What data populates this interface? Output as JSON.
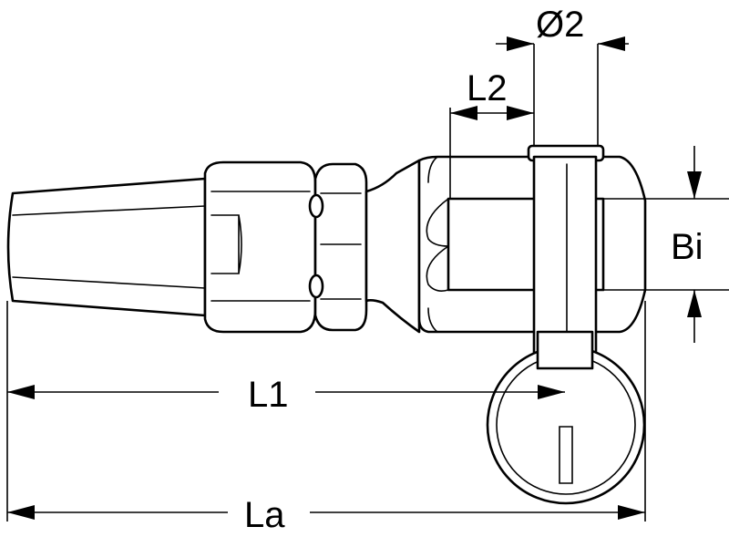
{
  "labels": {
    "d2": "Ø2",
    "l2": "L2",
    "bi": "Bi",
    "l1": "L1",
    "la": "La"
  }
}
